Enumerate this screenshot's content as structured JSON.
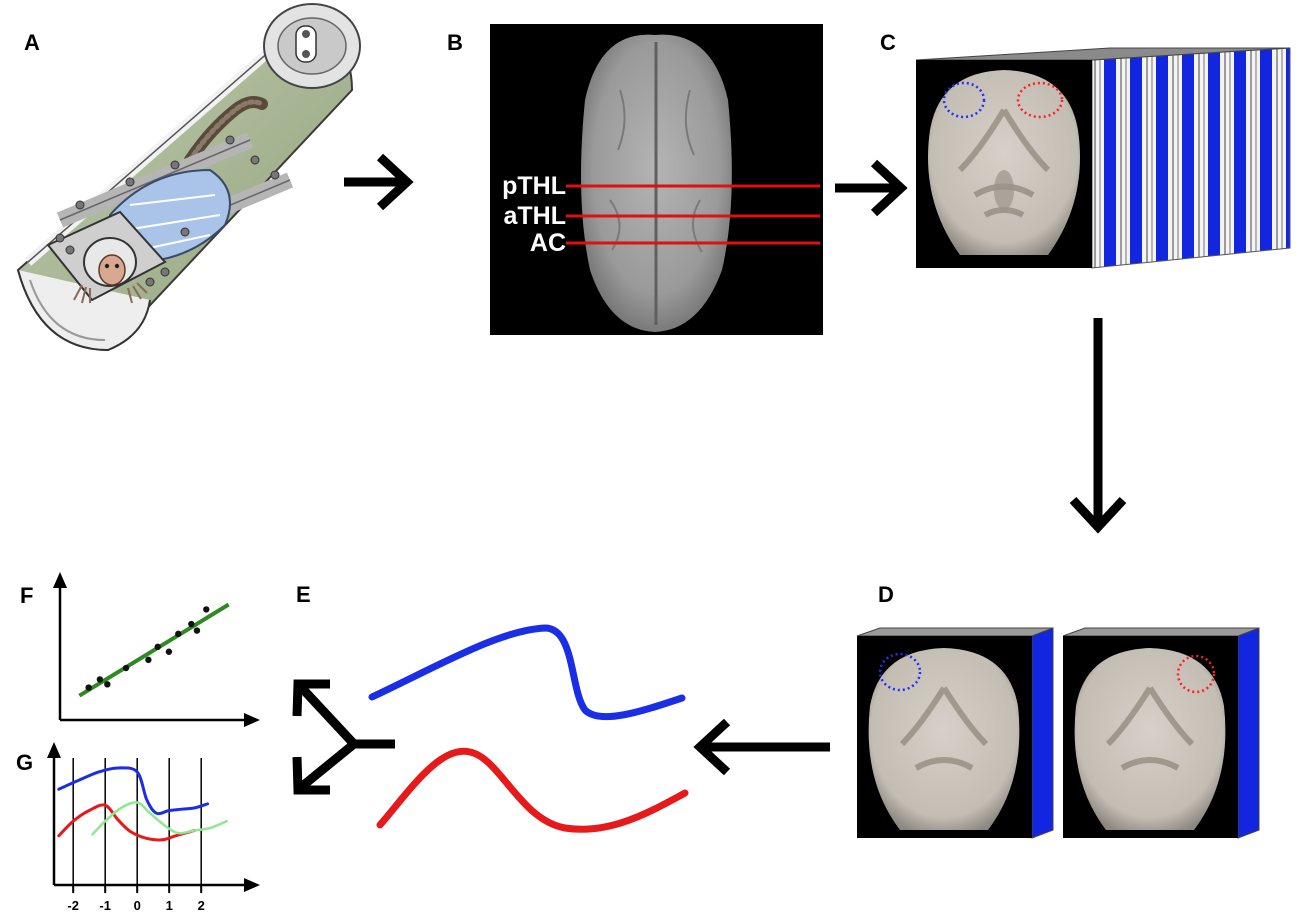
{
  "panels": {
    "a": {
      "letter": "A"
    },
    "b": {
      "letter": "B"
    },
    "c": {
      "letter": "C"
    },
    "d": {
      "letter": "D"
    },
    "e": {
      "letter": "E"
    },
    "f": {
      "letter": "F"
    },
    "g": {
      "letter": "G"
    }
  },
  "slices": {
    "pthl": "pTHL",
    "athl": "aTHL",
    "ac": "AC"
  },
  "colors": {
    "blue": "#1a2ee6",
    "red": "#e61a1a",
    "green": "#2f8a22",
    "light_green": "#8fe88f",
    "scanner_green": "#a8b890"
  },
  "chart_data": [
    {
      "type": "scatter",
      "title": "",
      "xlabel": "",
      "ylabel": "",
      "points": [
        [
          1,
          1.5
        ],
        [
          1.6,
          2.0
        ],
        [
          2.0,
          1.7
        ],
        [
          3.0,
          2.7
        ],
        [
          4.2,
          3.2
        ],
        [
          4.7,
          4.0
        ],
        [
          5.3,
          3.7
        ],
        [
          5.8,
          4.8
        ],
        [
          6.5,
          5.4
        ],
        [
          6.8,
          5.0
        ],
        [
          7.3,
          6.3
        ]
      ],
      "fit_line": {
        "start": [
          0.5,
          1.0
        ],
        "end": [
          8.5,
          6.6
        ],
        "color": "#2f8a22"
      },
      "grid": false
    },
    {
      "type": "line",
      "title": "",
      "xlabel": "",
      "ylabel": "",
      "xlim": [
        -2.6,
        2.9
      ],
      "ylim": [
        0,
        10
      ],
      "tick_labels": [
        "-2",
        "-1",
        "0",
        "1",
        "2"
      ],
      "ticks": [
        -2,
        -1,
        0,
        1,
        2
      ],
      "series": [
        {
          "color": "#1a2ee6",
          "x": [
            -2.45,
            -1.8,
            -1.2,
            -0.6,
            0,
            0.3,
            0.6,
            1.0,
            1.4,
            1.8,
            2.2
          ],
          "y": [
            7.2,
            7.9,
            8.5,
            8.8,
            8.5,
            6.4,
            5.4,
            5.6,
            5.7,
            5.8,
            6.1
          ]
        },
        {
          "color": "#e61a1a",
          "x": [
            -2.45,
            -2.0,
            -1.5,
            -1.0,
            -0.6,
            -0.2,
            0.3,
            0.8,
            1.2,
            1.8
          ],
          "y": [
            3.7,
            4.8,
            5.6,
            6.0,
            4.9,
            4.0,
            3.5,
            3.4,
            3.7,
            4.1
          ]
        },
        {
          "color": "#8fe88f",
          "x": [
            -1.4,
            -1.0,
            -0.5,
            0,
            0.4,
            0.9,
            1.3,
            1.8,
            2.3,
            2.8
          ],
          "y": [
            3.8,
            4.8,
            5.8,
            6.2,
            5.4,
            4.4,
            3.9,
            4.1,
            4.3,
            4.8
          ]
        }
      ],
      "vertical_lines": [
        -2,
        -1,
        0,
        1,
        2
      ],
      "grid": false
    }
  ]
}
